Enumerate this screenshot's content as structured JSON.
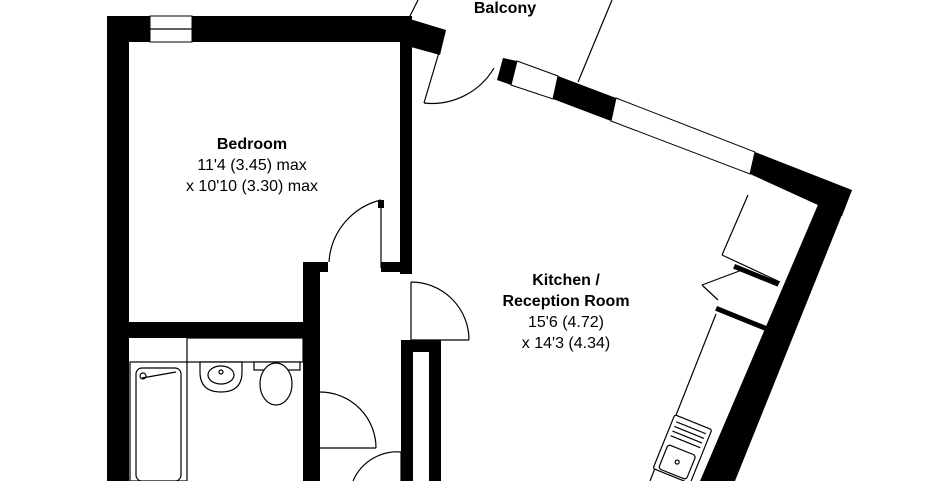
{
  "rooms": {
    "balcony": {
      "name": "Balcony"
    },
    "bedroom": {
      "name": "Bedroom",
      "dim1": "11'4 (3.45) max",
      "dim2": "x 10'10 (3.30) max"
    },
    "kitchen": {
      "name_line1": "Kitchen /",
      "name_line2": "Reception Room",
      "dim1": "15'6 (4.72)",
      "dim2": "x 14'3 (4.34)"
    }
  },
  "colors": {
    "wall": "#000000",
    "background": "#ffffff"
  }
}
